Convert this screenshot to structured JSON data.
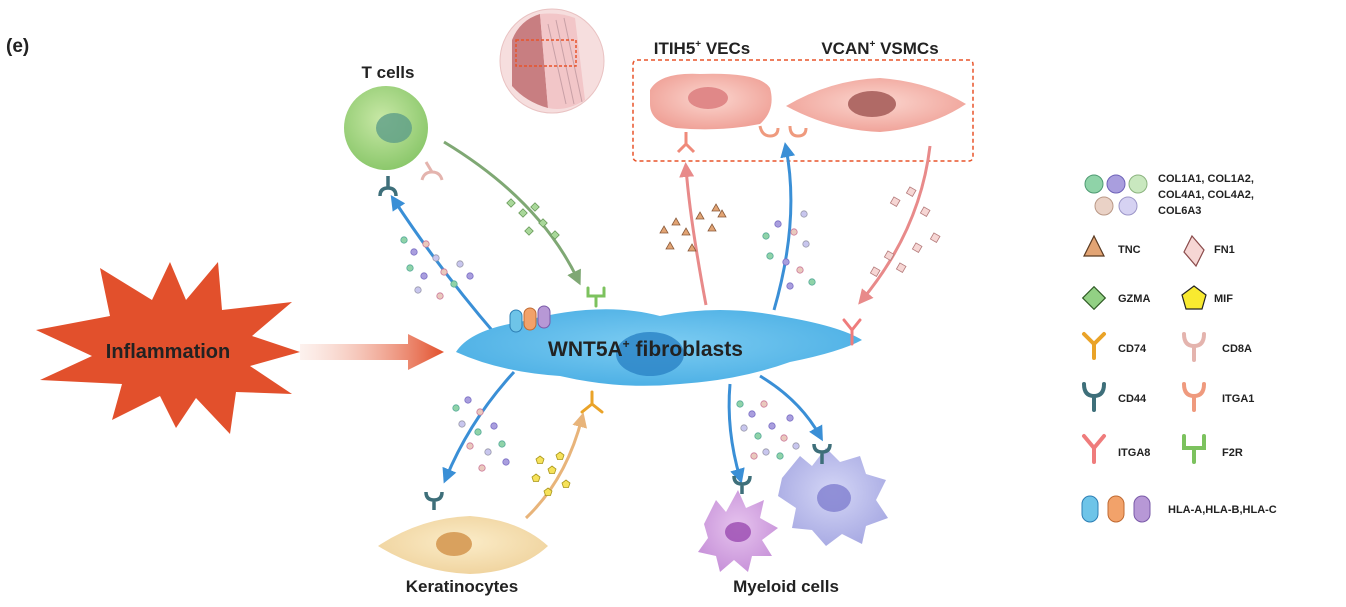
{
  "panel_label": "(e)",
  "center": {
    "prefix": "WNT5A",
    "sup": "+",
    "suffix": " fibroblasts"
  },
  "inflammation": "Inflammation",
  "cells": {
    "t_cells": "T cells",
    "itih5": {
      "prefix": "ITIH5",
      "sup": "+",
      "suffix": " VECs"
    },
    "vcan": {
      "prefix": "VCAN",
      "sup": "+",
      "suffix": " VSMCs"
    },
    "keratinocytes": "Keratinocytes",
    "myeloid": "Myeloid cells"
  },
  "legend": {
    "collagen": [
      "COL1A1, COL1A2,",
      "COL4A1, COL4A2,",
      "COL6A3"
    ],
    "tnc": "TNC",
    "fn1": "FN1",
    "gzma": "GZMA",
    "mif": "MIF",
    "cd74": "CD74",
    "cd8a": "CD8A",
    "cd44": "CD44",
    "itga1": "ITGA1",
    "itga8": "ITGA8",
    "f2r": "F2R",
    "hla": "HLA-A,HLA-B,HLA-C"
  },
  "colors": {
    "fibroblast": "#5bb8e8",
    "nucleus": "#2e86c8",
    "inflammation": "#e2502c",
    "blue_arrow": "#3a8fd6",
    "pink_arrow": "#e88a8a",
    "green_arrow": "#7fa874",
    "tan_arrow": "#e8b47a",
    "dashed_box": "#e8542a"
  }
}
